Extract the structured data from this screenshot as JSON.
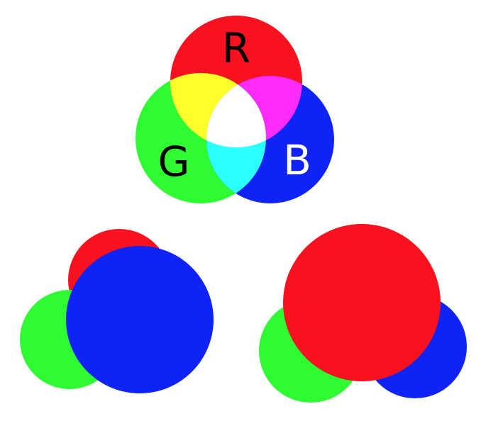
{
  "colors": {
    "red": "#f8121f",
    "green": "#2ffb33",
    "blue": "#0f23f7",
    "yellow": "#ffff2a",
    "magenta": "#ff2bfb",
    "cyan": "#2cffff",
    "white": "#ffffff",
    "letter_dark": "#000000",
    "letter_light": "#ffffff"
  },
  "labels": {
    "red": "R",
    "green": "G",
    "blue": "B"
  }
}
